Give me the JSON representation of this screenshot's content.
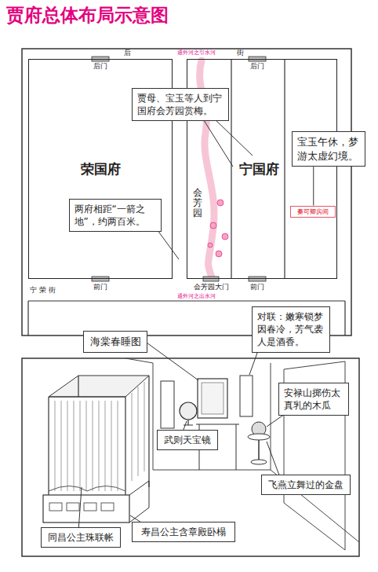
{
  "diagram": {
    "title": "贾府总体布局示意图",
    "nodes": [
      {
        "text": [
          "荣国府"
        ]
      },
      {
        "text": [
          "两府相距“一箭之地”，约两百米。"
        ],
        "in": 0
      },
      {
        "text": [
          "宁国府"
        ]
      },
      {
        "text": [
          "会芳园"
        ],
        "in": 2
      },
      {
        "text": [
          "秦可卿房间"
        ],
        "in": 2
      },
      {
        "text": [
          "贾母、宝玉等人到宁国府会芳园赏梅。"
        ]
      },
      {
        "text": [
          "宝玉午休，梦游太虚幻境。"
        ]
      },
      {
        "text": [
          "海棠春睡图"
        ]
      },
      {
        "text": [
          "对联：嫩寒锁梦因春冷，芳气袭人是酒香。"
        ]
      },
      {
        "text": [
          "安禄山掷伤太真乳的木瓜"
        ]
      },
      {
        "text": [
          "武则天宝镜"
        ]
      },
      {
        "text": [
          "飞燕立舞过的金盘"
        ]
      },
      {
        "text": [
          "同昌公主珠联帐"
        ]
      },
      {
        "text": [
          "寿昌公主含章殿卧榻"
        ]
      }
    ],
    "edges": [
      {
        "from": 6,
        "to": 4,
        "arrow": "none"
      }
    ],
    "labels": [
      "后",
      "街",
      "通外河之引水河",
      "后门",
      "后门",
      "宁 荣 街",
      "前门",
      "会芳园大门",
      "前门",
      "通外河之出水河"
    ]
  }
}
